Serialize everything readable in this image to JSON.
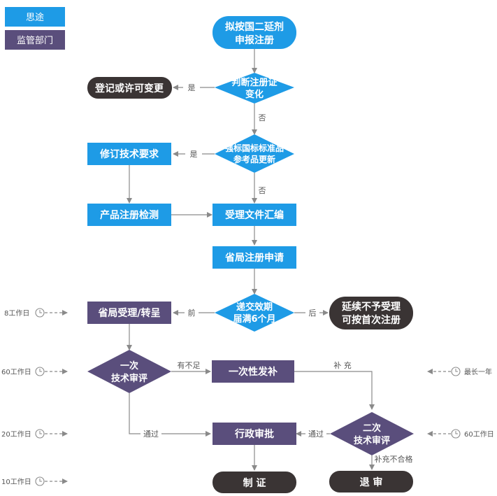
{
  "legend": {
    "siton": "思途",
    "regulator": "监管部门"
  },
  "nodes": {
    "start": [
      "拟按国二延剂",
      "申报注册"
    ],
    "judge_change": [
      "判断注册证",
      "变化"
    ],
    "change_reg": [
      "登记或许可变更"
    ],
    "judge_std": [
      "强标国标标准品",
      "参考品更新"
    ],
    "revise_req": [
      "修订技术要求"
    ],
    "product_test": [
      "产品注册检测"
    ],
    "collect_docs": [
      "受理文件汇编"
    ],
    "prov_apply": [
      "省局注册申请"
    ],
    "judge_submit": [
      "递交效期",
      "届满6个月"
    ],
    "prov_accept": [
      "省局受理/转呈"
    ],
    "reject_extend": [
      "延续不予受理",
      "可按首次注册"
    ],
    "tech_review1": [
      "一次",
      "技术审评"
    ],
    "one_time_supp": [
      "一次性发补"
    ],
    "admin_approval": [
      "行政审批"
    ],
    "tech_review2": [
      "二次",
      "技术审评"
    ],
    "issue_cert": [
      "制 证"
    ],
    "return_review": [
      "退 审"
    ]
  },
  "labels": {
    "yes1": "是",
    "no1": "否",
    "yes2": "是",
    "no2": "否",
    "before": "前",
    "after": "后",
    "insufficient": "有不足",
    "supplement": "补 充",
    "pass1": "通过",
    "pass2": "通过",
    "supp_fail": "补充不合格"
  },
  "timings": {
    "t1": "8工作日",
    "t2": "60工作日",
    "t3": "20工作日",
    "t4": "10工作日",
    "r1": "最长一年",
    "r2": "60工作日"
  },
  "colors": {
    "blue": "#1e9be6",
    "purple": "#5a4e7c",
    "dark": "#3a3434",
    "line": "#8a8a8a"
  }
}
